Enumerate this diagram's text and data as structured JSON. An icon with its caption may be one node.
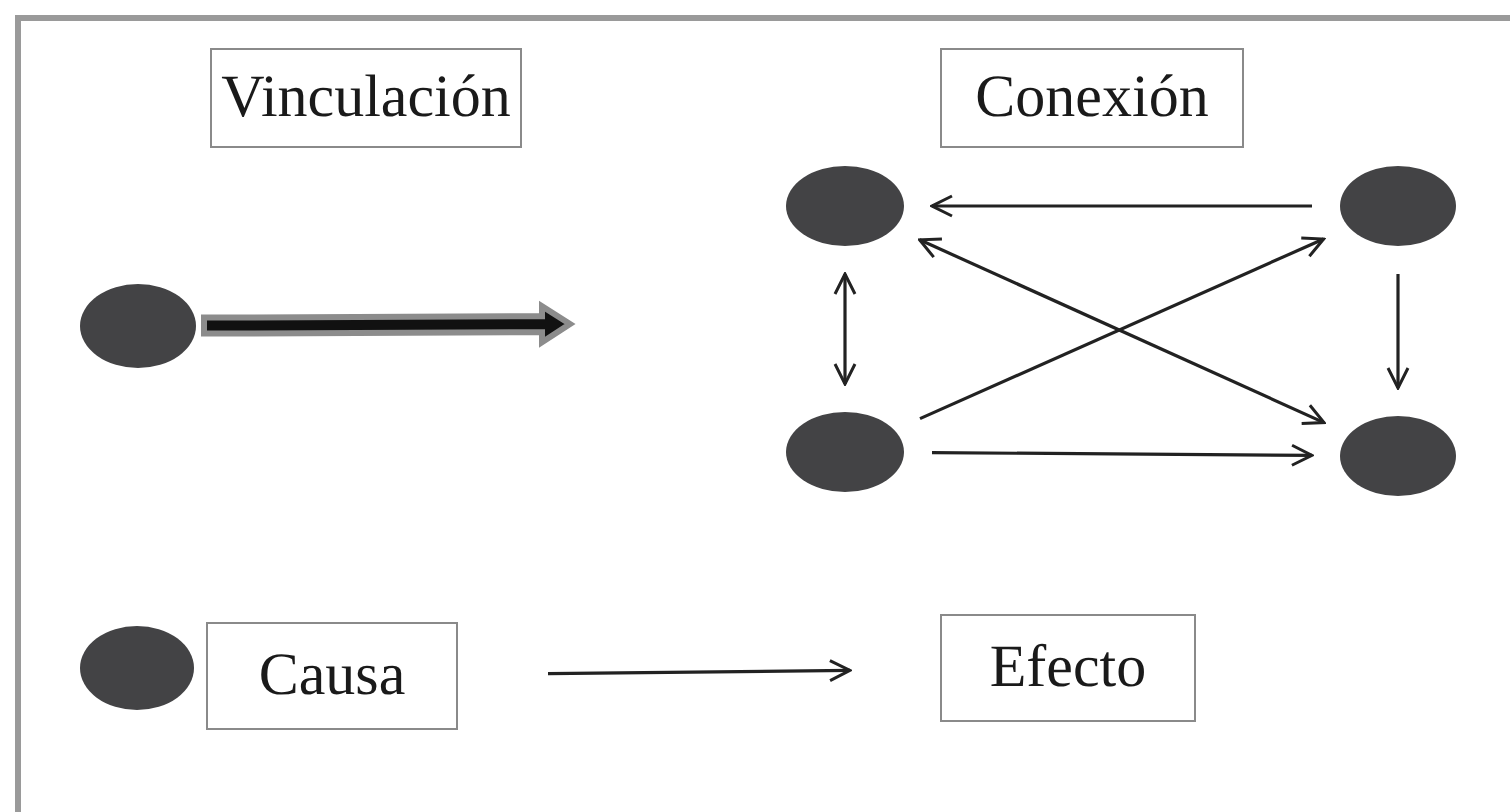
{
  "diagram": {
    "nodes": [
      {
        "text": [
          "Vinculación"
        ]
      },
      {
        "text": [
          "Conexión"
        ]
      },
      {
        "text": [],
        "shape": "circle"
      },
      {
        "text": [],
        "shape": "circle"
      },
      {
        "text": [],
        "shape": "circle"
      },
      {
        "text": [],
        "shape": "circle"
      },
      {
        "text": [],
        "shape": "circle"
      },
      {
        "text": [],
        "shape": "circle"
      },
      {
        "text": [
          "Causa"
        ]
      },
      {
        "text": [
          "Efecto"
        ]
      }
    ],
    "edges": [
      {
        "from": 2,
        "to": null,
        "arrow": "to",
        "style": "thick"
      },
      {
        "from": 4,
        "to": 3,
        "arrow": "to"
      },
      {
        "from": 3,
        "to": 5,
        "arrow": "both"
      },
      {
        "from": 5,
        "to": 4,
        "arrow": "to"
      },
      {
        "from": 4,
        "to": 6,
        "arrow": "to"
      },
      {
        "from": 3,
        "to": 6,
        "arrow": "both"
      },
      {
        "from": 5,
        "to": 6,
        "arrow": "to"
      },
      {
        "from": 8,
        "to": 9,
        "arrow": "to"
      }
    ]
  }
}
